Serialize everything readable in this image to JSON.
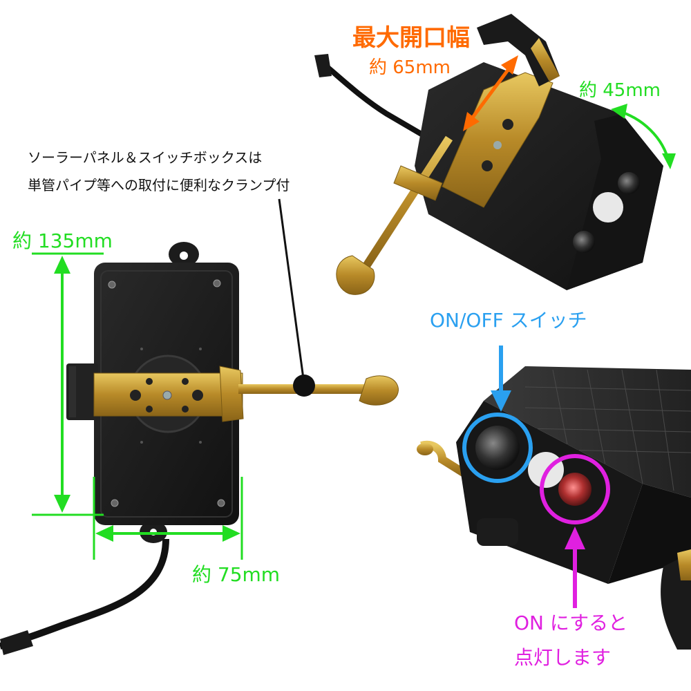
{
  "labels": {
    "max_opening_title": "最大開口幅",
    "max_opening_value": "約 65mm",
    "depth": "約 45mm",
    "clamp_note_line1": "ソーラーパネル＆スイッチボックスは",
    "clamp_note_line2": "単管パイプ等への取付に便利なクランプ付",
    "height": "約 135mm",
    "width": "約 75mm",
    "switch_label": "ON/OFF スイッチ",
    "lamp_line1": "ON にすると",
    "lamp_line2": "点灯します"
  },
  "colors": {
    "dimension": "#22dd22",
    "opening": "#ff6a00",
    "switch": "#2aa0f0",
    "lamp": "#e020e0",
    "housing": "#1c1c1c",
    "bracket": "#c8a23c"
  }
}
